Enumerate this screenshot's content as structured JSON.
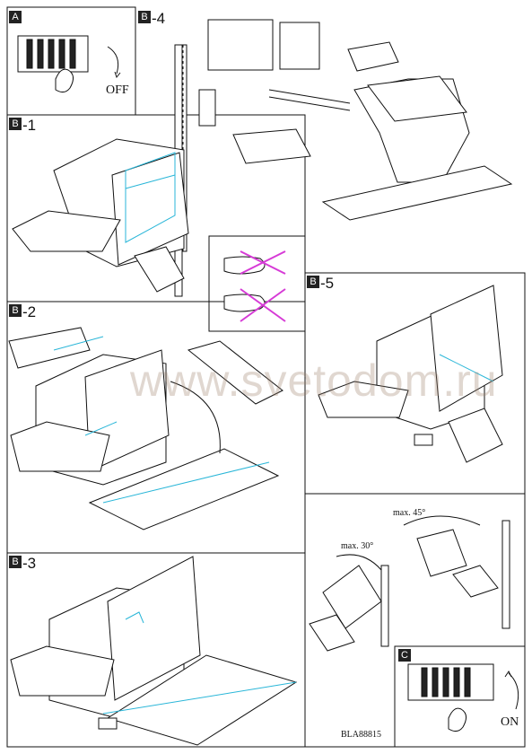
{
  "steps": {
    "a": {
      "letter": "A",
      "label": ""
    },
    "b4": {
      "letter": "B",
      "label": "-4"
    },
    "b1": {
      "letter": "B",
      "label": "-1"
    },
    "b5": {
      "letter": "B",
      "label": "-5"
    },
    "b2": {
      "letter": "B",
      "label": "-2"
    },
    "b3": {
      "letter": "B",
      "label": "-3"
    },
    "c": {
      "letter": "C",
      "label": ""
    }
  },
  "switch_labels": {
    "off": "OFF",
    "on": "ON"
  },
  "angles": {
    "max30": "max. 30°",
    "max45": "max. 45°"
  },
  "watermark": "www.svetodom.ru",
  "model_code": "BLA88815",
  "accent_colors": {
    "cyan": "#29b6d8",
    "magenta": "#d63ad6",
    "watermark": "#a0826e"
  }
}
